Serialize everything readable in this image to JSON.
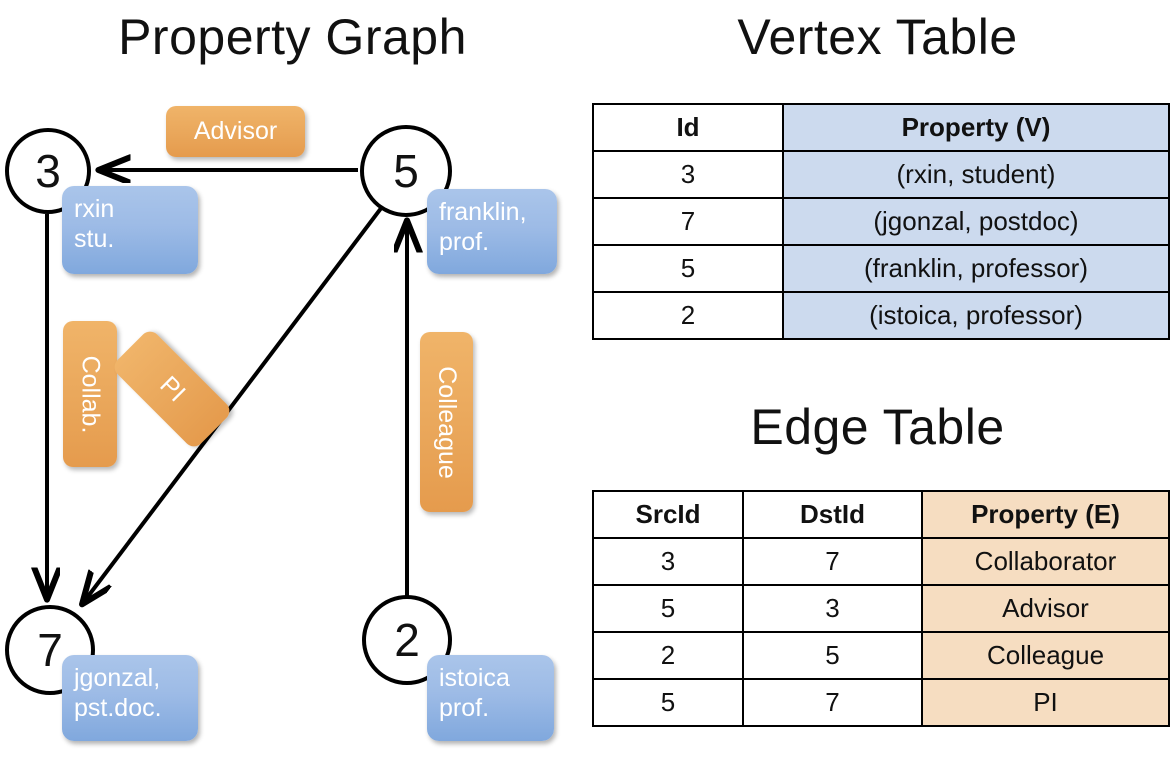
{
  "titles": {
    "property_graph": "Property Graph",
    "vertex_table": "Vertex Table",
    "edge_table": "Edge Table"
  },
  "colors": {
    "vertex_property_fill": "#ccdaee",
    "edge_property_fill": "#f6ddc1",
    "node_property_box": "#9dbbe6",
    "edge_label_box": "#eaa85c",
    "stroke": "#000000",
    "background": "#ffffff"
  },
  "graph": {
    "nodes": [
      {
        "id": "3",
        "property_lines": [
          "rxin",
          "stu."
        ]
      },
      {
        "id": "5",
        "property_lines": [
          "franklin,",
          "prof."
        ]
      },
      {
        "id": "7",
        "property_lines": [
          "jgonzal,",
          "pst.doc."
        ]
      },
      {
        "id": "2",
        "property_lines": [
          "istoica",
          "prof."
        ]
      }
    ],
    "edge_labels": [
      {
        "name": "advisor",
        "text": "Advisor",
        "orientation": "horizontal"
      },
      {
        "name": "collab",
        "text": "Collab.",
        "orientation": "vertical-cw"
      },
      {
        "name": "pi",
        "text": "PI",
        "orientation": "diagonal"
      },
      {
        "name": "colleague",
        "text": "Colleague",
        "orientation": "vertical-cw"
      }
    ],
    "edges": [
      {
        "src": "5",
        "dst": "3",
        "label": "Advisor"
      },
      {
        "src": "3",
        "dst": "7",
        "label": "Collab."
      },
      {
        "src": "5",
        "dst": "7",
        "label": "PI"
      },
      {
        "src": "2",
        "dst": "5",
        "label": "Colleague"
      }
    ]
  },
  "vertex_table": {
    "headers": [
      "Id",
      "Property (V)"
    ],
    "rows": [
      {
        "id": "3",
        "property": "(rxin, student)"
      },
      {
        "id": "7",
        "property": "(jgonzal, postdoc)"
      },
      {
        "id": "5",
        "property": "(franklin, professor)"
      },
      {
        "id": "2",
        "property": "(istoica, professor)"
      }
    ]
  },
  "edge_table": {
    "headers": [
      "SrcId",
      "DstId",
      "Property (E)"
    ],
    "rows": [
      {
        "src": "3",
        "dst": "7",
        "property": "Collaborator"
      },
      {
        "src": "5",
        "dst": "3",
        "property": "Advisor"
      },
      {
        "src": "2",
        "dst": "5",
        "property": "Colleague"
      },
      {
        "src": "5",
        "dst": "7",
        "property": "PI"
      }
    ]
  }
}
